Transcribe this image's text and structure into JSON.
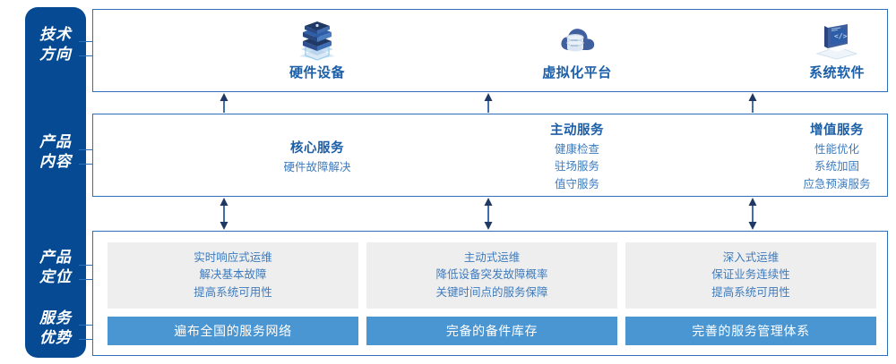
{
  "sidebar": {
    "items": [
      {
        "name": "tech-direction",
        "line1": "技术",
        "line2": "方向"
      },
      {
        "name": "product-content",
        "line1": "产品",
        "line2": "内容"
      },
      {
        "name": "product-position",
        "line1": "产品",
        "line2": "定位"
      },
      {
        "name": "service-advantage",
        "line1": "服务",
        "line2": "优势"
      }
    ]
  },
  "colors": {
    "sidebar_blue": "#054a93",
    "border_blue": "#2f6fb5",
    "title_blue": "#1b5fa8",
    "text_blue": "#3e7bbd",
    "bar_blue": "#4a96d2",
    "card_gray": "#eeeeee"
  },
  "tech_direction": {
    "cells": [
      {
        "icon": "server-stack-icon",
        "title": "硬件设备"
      },
      {
        "icon": "cloud-database-icon",
        "title": "虚拟化平台"
      },
      {
        "icon": "laptop-code-icon",
        "title": "系统软件"
      }
    ]
  },
  "product_content": {
    "cells": [
      {
        "title": "核心服务",
        "items": [
          "硬件故障解决"
        ]
      },
      {
        "title": "主动服务",
        "items": [
          "健康检查",
          "驻场服务",
          "值守服务"
        ]
      },
      {
        "title": "增值服务",
        "items": [
          "性能优化",
          "系统加固",
          "应急预演服务"
        ]
      }
    ]
  },
  "product_position": {
    "cells": [
      {
        "lines": [
          "实时响应式运维",
          "解决基本故障",
          "提高系统可用性"
        ]
      },
      {
        "lines": [
          "主动式运维",
          "降低设备突发故障概率",
          "关键时间点的服务保障"
        ]
      },
      {
        "lines": [
          "深入式运维",
          "保证业务连续性",
          "提高系统可用性"
        ]
      }
    ]
  },
  "service_advantage": {
    "bars": [
      "遍布全国的服务网络",
      "完备的备件库存",
      "完善的服务管理体系"
    ]
  }
}
